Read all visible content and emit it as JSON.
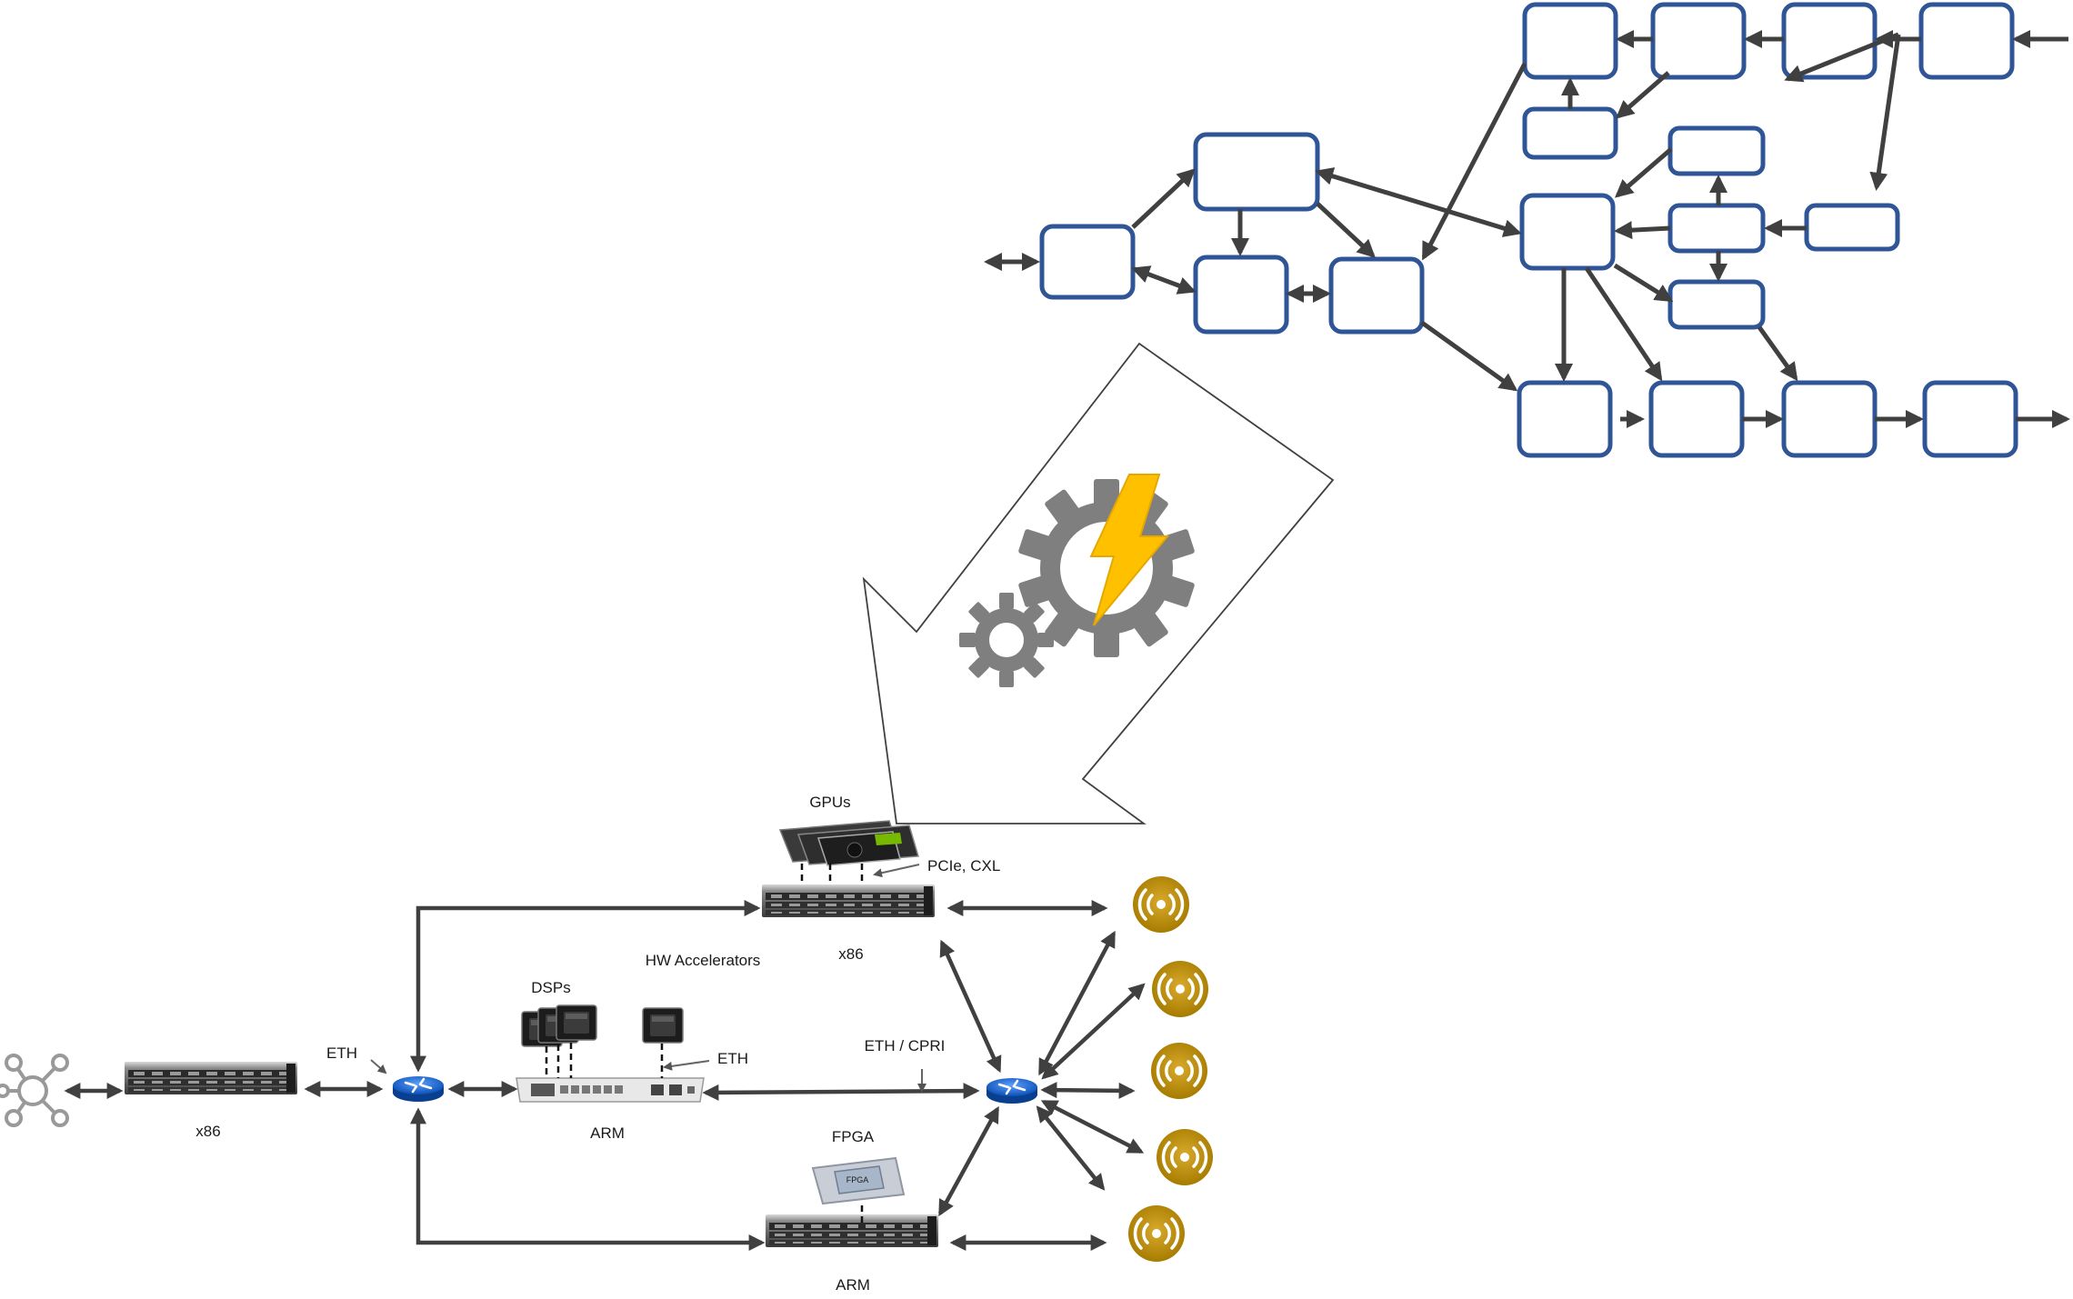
{
  "labels": {
    "gpus": "GPUs",
    "pcie_cxl": "PCIe, CXL",
    "x86_top": "x86",
    "hw_accelerators": "HW Accelerators",
    "dsps": "DSPs",
    "eth_left": "ETH",
    "eth_mid": "ETH",
    "eth_cpri": "ETH / CPRI",
    "x86_left": "x86",
    "arm_mid": "ARM",
    "fpga": "FPGA",
    "fpga_chip": "FPGA",
    "arm_bottom": "ARM"
  },
  "colors": {
    "node_stroke": "#2f5597",
    "arrow": "#404040",
    "gear": "#7f7f7f",
    "bolt": "#ffc000",
    "antenna": "#bf9000",
    "router": "#1f6fd1"
  },
  "icons": {
    "workflow_engine": "gear-lightning-icon",
    "antenna": "radio-antenna-icon",
    "router": "router-icon",
    "server": "rack-server-icon",
    "network_hub": "hub-network-icon"
  }
}
